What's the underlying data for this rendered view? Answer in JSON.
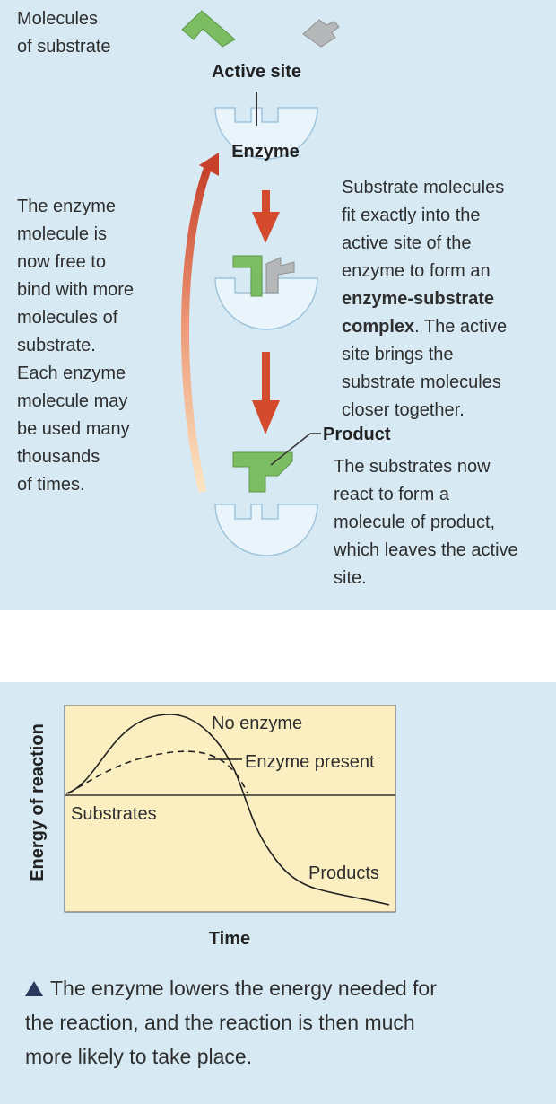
{
  "diagram": {
    "substrate_label_line1": "Molecules",
    "substrate_label_line2": "of substrate",
    "active_site_label": "Active site",
    "enzyme_label": "Enzyme",
    "left_note": [
      "The enzyme",
      "molecule is",
      "now free to",
      "bind with more",
      "molecules of",
      "substrate.",
      "Each enzyme",
      "molecule may",
      "be used many",
      "thousands",
      "of times."
    ],
    "right_note_1": {
      "lines": [
        "Substrate molecules",
        "fit exactly into the",
        "active site of the",
        "enzyme to form an"
      ],
      "bold_line1": "enzyme-substrate",
      "bold_line2": "complex",
      "after_bold": ". The active",
      "lines_after": [
        "site brings the",
        "substrate molecules",
        "closer together."
      ]
    },
    "product_label": "Product",
    "right_note_2": [
      "The substrates now",
      "react to form a",
      "molecule of product,",
      "which leaves the active",
      "site."
    ],
    "colors": {
      "panel": "#d7eaf4",
      "enzyme": "#eaf5fb",
      "substrate_green": "#7cbc63",
      "substrate_gray": "#b5b7b8",
      "arrow_red": "#d44a2c"
    }
  },
  "chart": {
    "ylabel": "Energy of reaction",
    "xlabel": "Time",
    "label_no_enzyme": "No enzyme",
    "label_enzyme_present": "Enzyme present",
    "label_substrates": "Substrates",
    "label_products": "Products",
    "plot_bg": "#fbefc2"
  },
  "caption": "The enzyme lowers the energy needed for the reaction, and the reaction is then much more likely to take place.",
  "chart_data": {
    "type": "line",
    "xlabel": "Time",
    "ylabel": "Energy of reaction",
    "series": [
      {
        "name": "No enzyme"
      },
      {
        "name": "Enzyme present"
      }
    ],
    "annotations": [
      "Substrates",
      "Products"
    ]
  }
}
